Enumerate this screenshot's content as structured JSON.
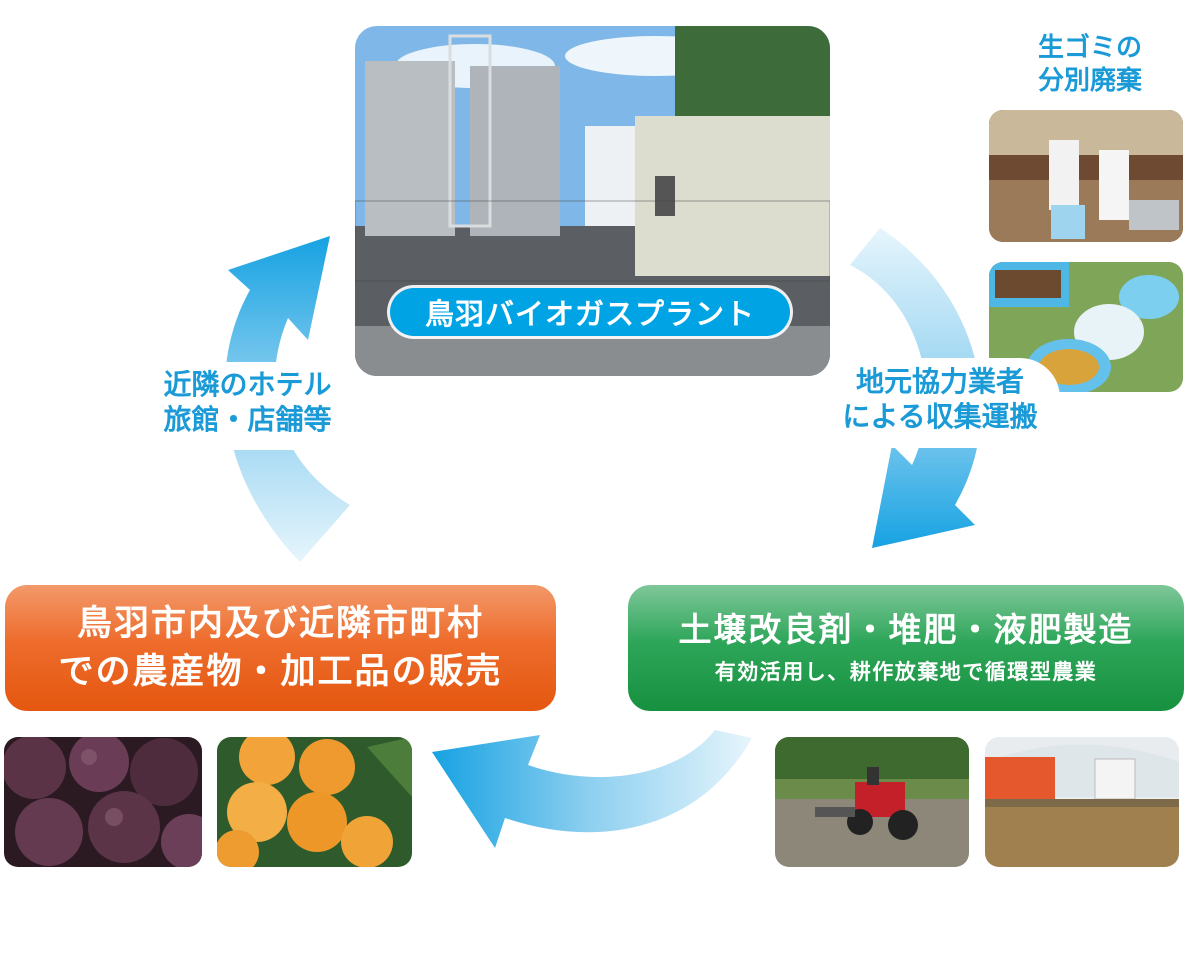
{
  "center": {
    "plant_label": "鳥羽バイオガスプラント"
  },
  "labels": {
    "sorting": [
      "生ゴミの",
      "分別廃棄"
    ],
    "collection": [
      "地元協力業者",
      "による収集運搬"
    ],
    "hotels": [
      "近隣のホテル",
      "旅館・店舗等"
    ]
  },
  "boxes": {
    "sales": [
      "鳥羽市内及び近隣市町村",
      "での農産物・加工品の販売"
    ],
    "fertilizer_title": "土壌改良剤・堆肥・液肥製造",
    "fertilizer_sub": "有効活用し、耕作放棄地で循環型農業"
  },
  "colors": {
    "arrow_blue": "#1a9ad6",
    "label_blue": "#00a3e3",
    "orange": "#ee6c2c",
    "green": "#2ea65a"
  },
  "icons": {
    "cycle": "circular-arrow"
  }
}
